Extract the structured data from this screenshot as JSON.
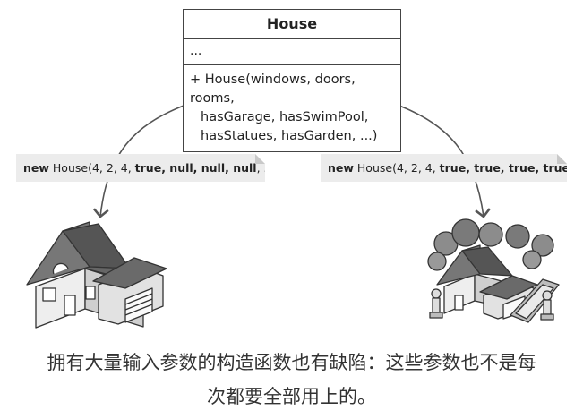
{
  "uml": {
    "class_name": "House",
    "fields": "...",
    "method_line1": "+ House(windows, doors, rooms,",
    "method_line2": "hasGarage, hasSwimPool,",
    "method_line3": "hasStatues, hasGarden, ...)"
  },
  "notes": {
    "left": {
      "keyword": "new",
      "args_plain": " House(4, 2, 4, ",
      "args_bold": "true, null, null, null",
      "args_tail": ", ...)"
    },
    "right": {
      "keyword": "new",
      "args_plain": " House(4, 2, 4, ",
      "args_bold": "true, true, true, true",
      "args_tail": ", ...)"
    }
  },
  "caption": {
    "line1": "拥有大量输入参数的构造函数也有缺陷：这些参数也不是每",
    "line2": "次都要全部用上的。"
  }
}
